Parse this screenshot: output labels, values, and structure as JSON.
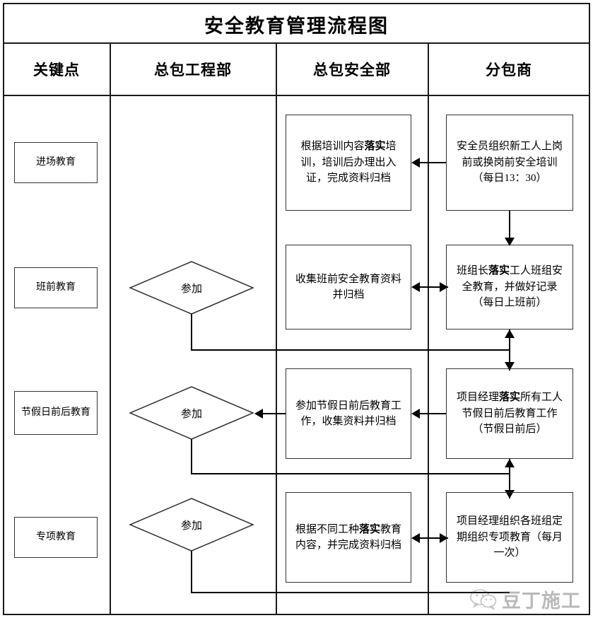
{
  "document": {
    "title": "安全教育管理流程图"
  },
  "columns": [
    {
      "id": "key-point",
      "label": "关键点"
    },
    {
      "id": "gc-engineering",
      "label": "总包工程部"
    },
    {
      "id": "gc-safety",
      "label": "总包安全部"
    },
    {
      "id": "subcontractor",
      "label": "分包商"
    }
  ],
  "rows": [
    {
      "id": "entry-education",
      "key_point": "进场教育",
      "decision": null,
      "safety_dept": {
        "segments": [
          {
            "text": "根据培训内容",
            "bold": false
          },
          {
            "text": "落实",
            "bold": true
          },
          {
            "text": "培训，培训后办理出入证，完成资料归档",
            "bold": false
          }
        ]
      },
      "subcontractor": {
        "segments": [
          {
            "text": "安全员组织新工人上岗前或换岗前安全培训（每日13：30）",
            "bold": false
          }
        ]
      }
    },
    {
      "id": "pre-shift-education",
      "key_point": "班前教育",
      "decision": "参加",
      "safety_dept": {
        "segments": [
          {
            "text": "收集班前安全教育资料并归档",
            "bold": false
          }
        ]
      },
      "subcontractor": {
        "segments": [
          {
            "text": "班组长",
            "bold": false
          },
          {
            "text": "落实",
            "bold": true
          },
          {
            "text": "工人班组安全教育，并做好记录（每日上班前）",
            "bold": false
          }
        ]
      }
    },
    {
      "id": "holiday-education",
      "key_point": "节假日前后教育",
      "decision": "参加",
      "safety_dept": {
        "segments": [
          {
            "text": "参加节假日前后教育工作，收集资料并归档",
            "bold": false
          }
        ]
      },
      "subcontractor": {
        "segments": [
          {
            "text": "项目经理",
            "bold": false
          },
          {
            "text": "落实",
            "bold": true
          },
          {
            "text": "所有工人节假日前后教育工作（节假日前后）",
            "bold": false
          }
        ]
      }
    },
    {
      "id": "special-education",
      "key_point": "专项教育",
      "decision": "参加",
      "safety_dept": {
        "segments": [
          {
            "text": "根据不同工种",
            "bold": false
          },
          {
            "text": "落实",
            "bold": true
          },
          {
            "text": "教育内容，并完成资料归档",
            "bold": false
          }
        ]
      },
      "subcontractor": {
        "segments": [
          {
            "text": "项目经理组织各班组定期组织专项教育（每月一次）",
            "bold": false
          }
        ]
      }
    }
  ],
  "watermark": {
    "text": "豆丁施工",
    "logo": "wechat-icon"
  },
  "colors": {
    "line": "#1a1a1a",
    "box_border": "#333333",
    "text": "#000000",
    "watermark": "#5a5a5a"
  }
}
